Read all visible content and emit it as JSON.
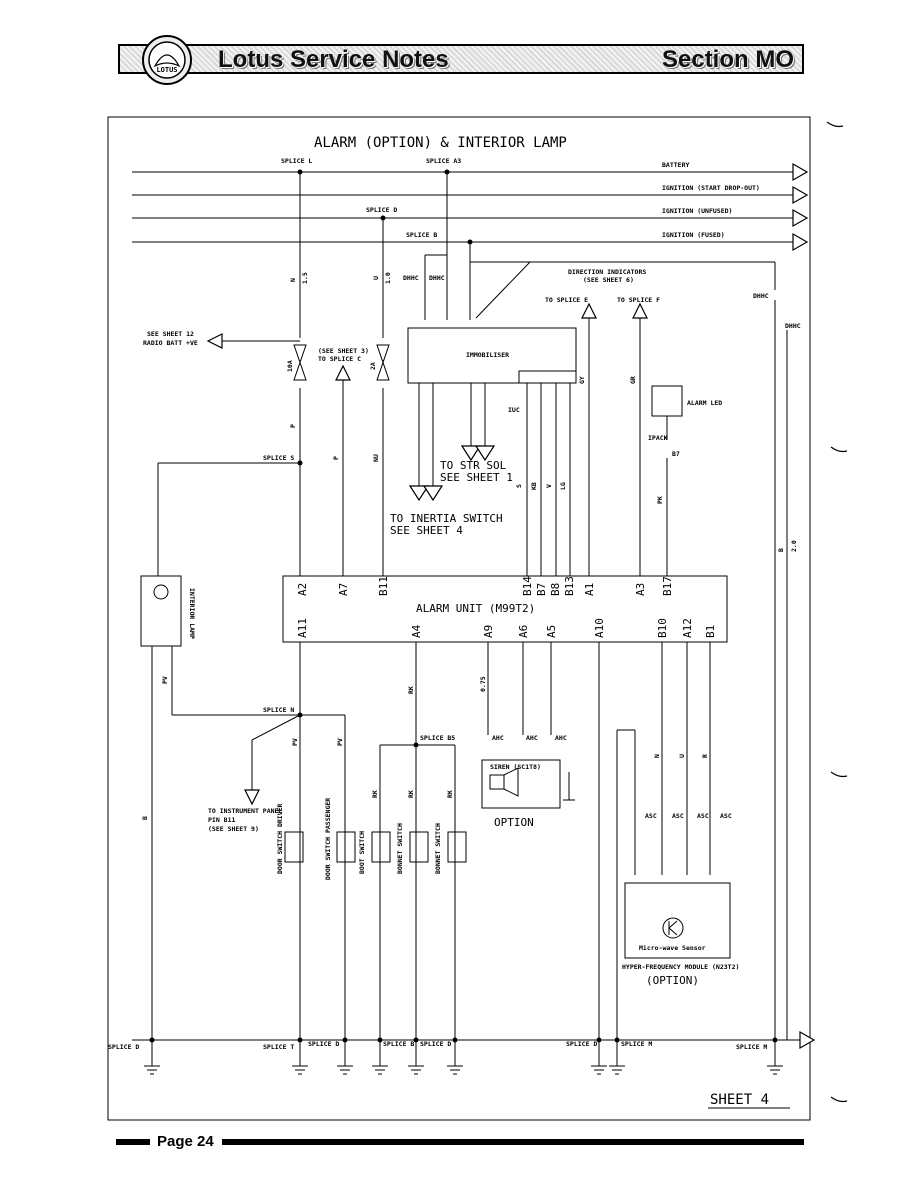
{
  "header": {
    "title": "Lotus Service Notes",
    "section": "Section MO",
    "logo_text": "LOTUS"
  },
  "footer": {
    "page": "Page 24"
  },
  "diagram": {
    "title": "ALARM (OPTION) & INTERIOR LAMP",
    "sheet": "SHEET 4",
    "rails": [
      "BATTERY",
      "IGNITION (START DROP-OUT)",
      "IGNITION (UNFUSED)",
      "IGNITION (FUSED)"
    ],
    "splices": {
      "L": "SPLICE L",
      "A3": "SPLICE A3",
      "D": "SPLICE D",
      "B": "SPLICE B",
      "S": "SPLICE S",
      "N": "SPLICE N",
      "B5": "SPLICE B5",
      "D_left": "SPLICE D",
      "T": "SPLICE T",
      "D2": "SPLICE D",
      "B_bottom": "SPLICE B",
      "D3": "SPLICE D",
      "D4": "SPLICE D",
      "M1": "SPLICE M",
      "M2": "SPLICE M"
    },
    "refs": {
      "radio": [
        "SEE SHEET 12",
        "RADIO BATT +VE"
      ],
      "splice_c": [
        "(SEE SHEET 3)",
        "TO SPLICE C"
      ],
      "direction": [
        "DIRECTION INDICATORS",
        "(SEE SHEET 6)"
      ],
      "splice_e": "TO SPLICE E",
      "splice_f": "TO SPLICE F",
      "str_sol": [
        "TO STR SOL",
        "SEE SHEET 1"
      ],
      "inertia": [
        "TO INERTIA SWITCH",
        "SEE SHEET 4"
      ],
      "instrument": [
        "TO INSTRUMENT PANEL",
        "PIN B11",
        "(SEE SHEET 9)"
      ]
    },
    "components": {
      "immobiliser": "IMMOBILISER",
      "alarm_unit": "ALARM UNIT (M99T2)",
      "alarm_led": "ALARM LED",
      "interior_lamp": "INTERIOR LAMP",
      "siren": "SIREN (SC1T8)",
      "siren_option": "OPTION",
      "microwave": "Micro-wave Sensor",
      "hyper_module": "HYPER-FREQUENCY MODULE (N23T2)",
      "hyper_option": "(OPTION)",
      "switches": [
        "DOOR SWITCH DRIVER",
        "DOOR SWITCH PASSENGER",
        "BOOT SWITCH",
        "BONNET SWITCH",
        "BONNET SWITCH"
      ]
    },
    "pins_top": [
      "A2",
      "A7",
      "B11",
      "B14",
      "B7",
      "B8",
      "B13",
      "A1",
      "A3",
      "B17"
    ],
    "pins_bottom": [
      "A11",
      "A4",
      "A9",
      "A6",
      "A5",
      "A10",
      "B10",
      "A12",
      "B1"
    ],
    "fuses": [
      "10A",
      "2A"
    ],
    "wire_colours": {
      "N": "N",
      "U": "U",
      "P": "P",
      "B": "B",
      "PV": "PV",
      "RK": "RK",
      "GR": "GR",
      "GY": "GY",
      "PK": "PK",
      "KB": "KB",
      "V": "V",
      "LG": "LG",
      "R": "R",
      "NU": "NU",
      "S": "S"
    },
    "wire_sizes": [
      "1.5",
      "1.0",
      "2.0",
      "0.75"
    ],
    "connectors": [
      "DHHC",
      "IUC",
      "AHC",
      "ASC",
      "IPACK",
      "B7"
    ]
  }
}
